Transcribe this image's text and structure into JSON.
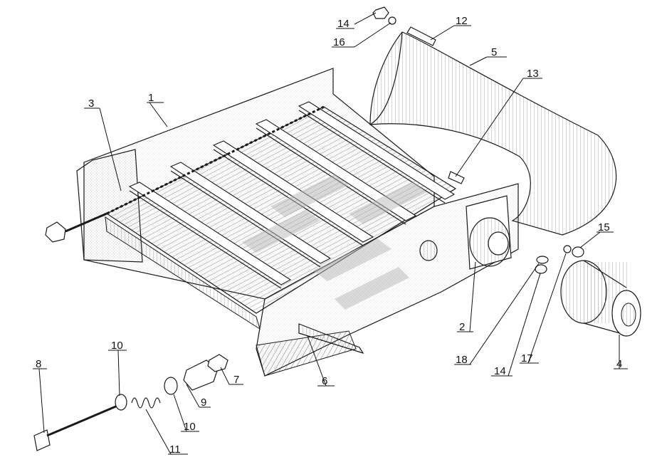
{
  "callouts": [
    {
      "id": "c1",
      "text": "1"
    },
    {
      "id": "c2",
      "text": "2"
    },
    {
      "id": "c3",
      "text": "3"
    },
    {
      "id": "c4",
      "text": "4"
    },
    {
      "id": "c5",
      "text": "5"
    },
    {
      "id": "c6",
      "text": "6"
    },
    {
      "id": "c7",
      "text": "7"
    },
    {
      "id": "c8",
      "text": "8"
    },
    {
      "id": "c9",
      "text": "9"
    },
    {
      "id": "c10a",
      "text": "10"
    },
    {
      "id": "c10b",
      "text": "10"
    },
    {
      "id": "c11",
      "text": "11"
    },
    {
      "id": "c12",
      "text": "12"
    },
    {
      "id": "c13",
      "text": "13"
    },
    {
      "id": "c14a",
      "text": "14"
    },
    {
      "id": "c14b",
      "text": "14"
    },
    {
      "id": "c15",
      "text": "15"
    },
    {
      "id": "c16",
      "text": "16"
    },
    {
      "id": "c17",
      "text": "17"
    },
    {
      "id": "c18",
      "text": "18"
    }
  ],
  "colors": {
    "ink": "#1a1a1a",
    "paper": "#ffffff",
    "watermark": "#b8b8b8"
  }
}
